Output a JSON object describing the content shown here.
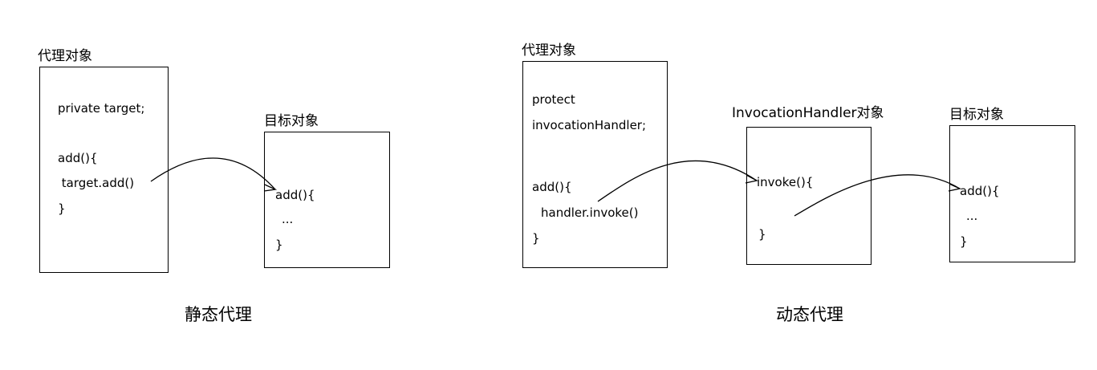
{
  "static_proxy": {
    "proxy_title": "代理对象",
    "proxy_lines": [
      "private target;",
      "add(){",
      " target.add()",
      "}"
    ],
    "target_title": "目标对象",
    "target_lines": [
      "add(){",
      "...",
      "}"
    ],
    "caption": "静态代理"
  },
  "dynamic_proxy": {
    "proxy_title": "代理对象",
    "proxy_lines": [
      "protect",
      "invocationHandler;",
      "add(){",
      "handler.invoke()",
      "}"
    ],
    "handler_title": "InvocationHandler对象",
    "handler_lines": [
      "invoke(){",
      "}"
    ],
    "target_title": "目标对象",
    "target_lines": [
      "add(){",
      "...",
      "}"
    ],
    "caption": "动态代理"
  }
}
